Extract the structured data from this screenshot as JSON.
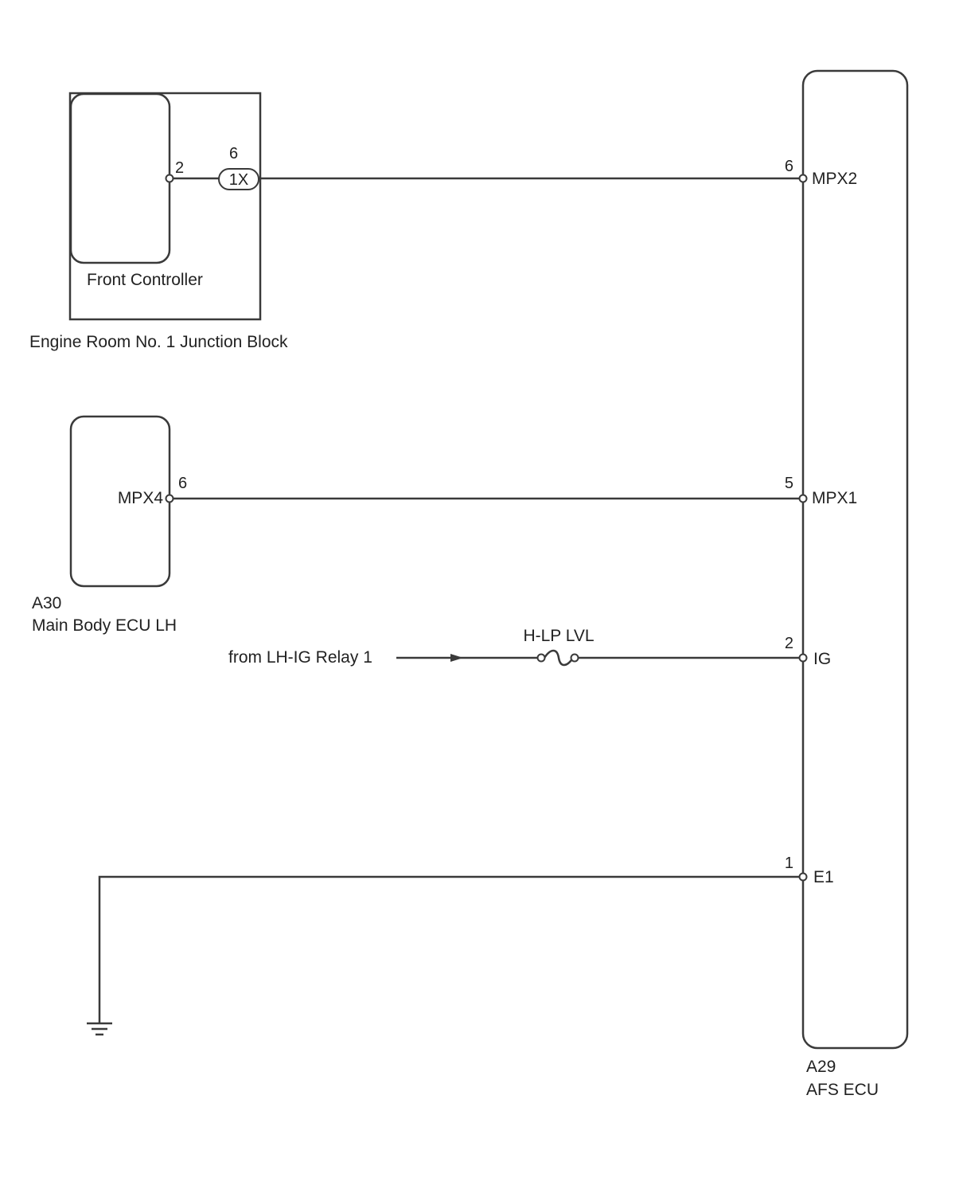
{
  "components": {
    "junction_block": {
      "name": "Engine Room No. 1 Junction Block"
    },
    "front_controller": {
      "name": "Front Controller",
      "pin": "2"
    },
    "connector": {
      "pin": "6",
      "label": "1X"
    },
    "main_body_ecu": {
      "code": "A30",
      "name": "Main Body ECU LH",
      "pin": "6",
      "terminal": "MPX4"
    },
    "afs_ecu": {
      "code": "A29",
      "name": "AFS ECU",
      "pins": [
        {
          "pin": "6",
          "terminal": "MPX2"
        },
        {
          "pin": "5",
          "terminal": "MPX1"
        },
        {
          "pin": "2",
          "terminal": "IG"
        },
        {
          "pin": "1",
          "terminal": "E1"
        }
      ]
    }
  },
  "power_source": {
    "label": "from LH-IG Relay 1"
  },
  "fuse": {
    "label": "H-LP LVL"
  }
}
